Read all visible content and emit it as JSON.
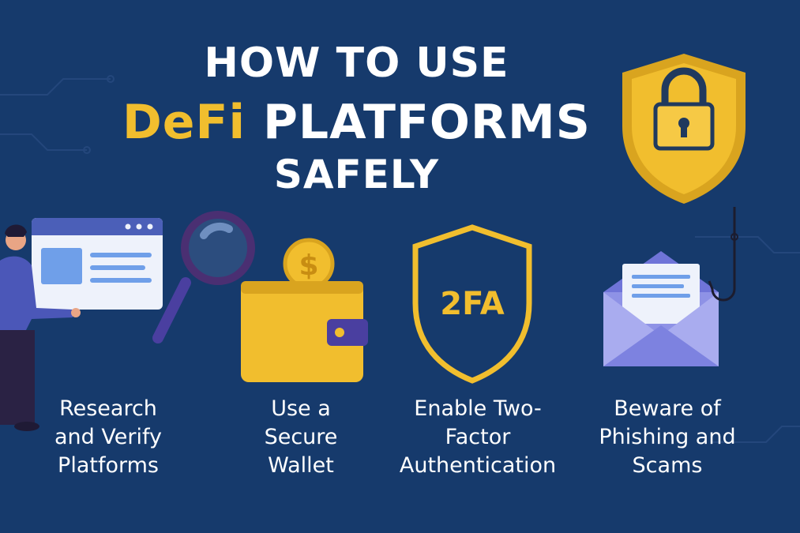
{
  "heading": {
    "line1": "HOW TO USE",
    "line2_accent": "DeFi",
    "line2_rest": "PLATFORMS",
    "line3": "SAFELY"
  },
  "steps": [
    {
      "icon": "browser-research-icon",
      "lines": [
        "Research",
        "and Verify",
        "Platforms"
      ]
    },
    {
      "icon": "wallet-icon",
      "lines": [
        "Use a",
        "Secure",
        "Wallet"
      ]
    },
    {
      "icon": "2fa-shield-icon",
      "badge": "2FA",
      "lines": [
        "Enable Two-",
        "Factor",
        "Authentication"
      ]
    },
    {
      "icon": "phishing-envelope-icon",
      "lines": [
        "Beware of",
        "Phishing and",
        "Scams"
      ]
    }
  ],
  "coin_symbol": "$",
  "colors": {
    "background": "#163a6c",
    "accent": "#f1be2e",
    "text": "#ffffff",
    "panel": "#eaf0fb",
    "purple": "#4b3f98",
    "envelope": "#8e92e6"
  }
}
